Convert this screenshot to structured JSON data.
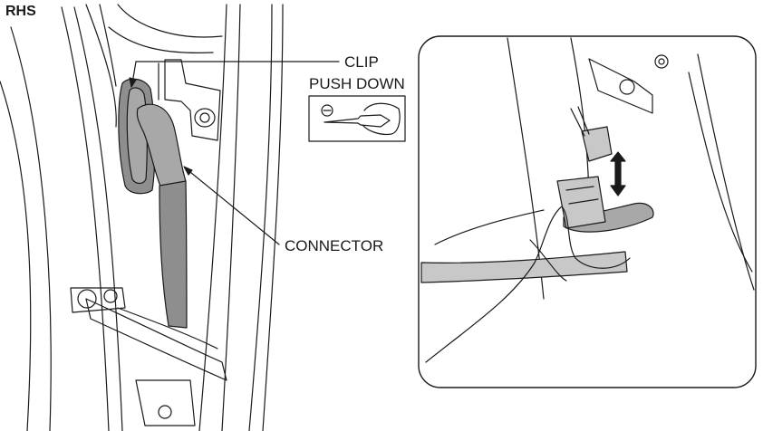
{
  "side_tag": "RHS",
  "labels": {
    "clip": "CLIP",
    "push_down": "PUSH DOWN",
    "connector": "CONNECTOR"
  },
  "colors": {
    "line": "#1a1a1a",
    "fill_dark": "#8e8e8e",
    "fill_mid": "#a8a8a8",
    "fill_light": "#c8c8c8",
    "background": "#ffffff"
  }
}
